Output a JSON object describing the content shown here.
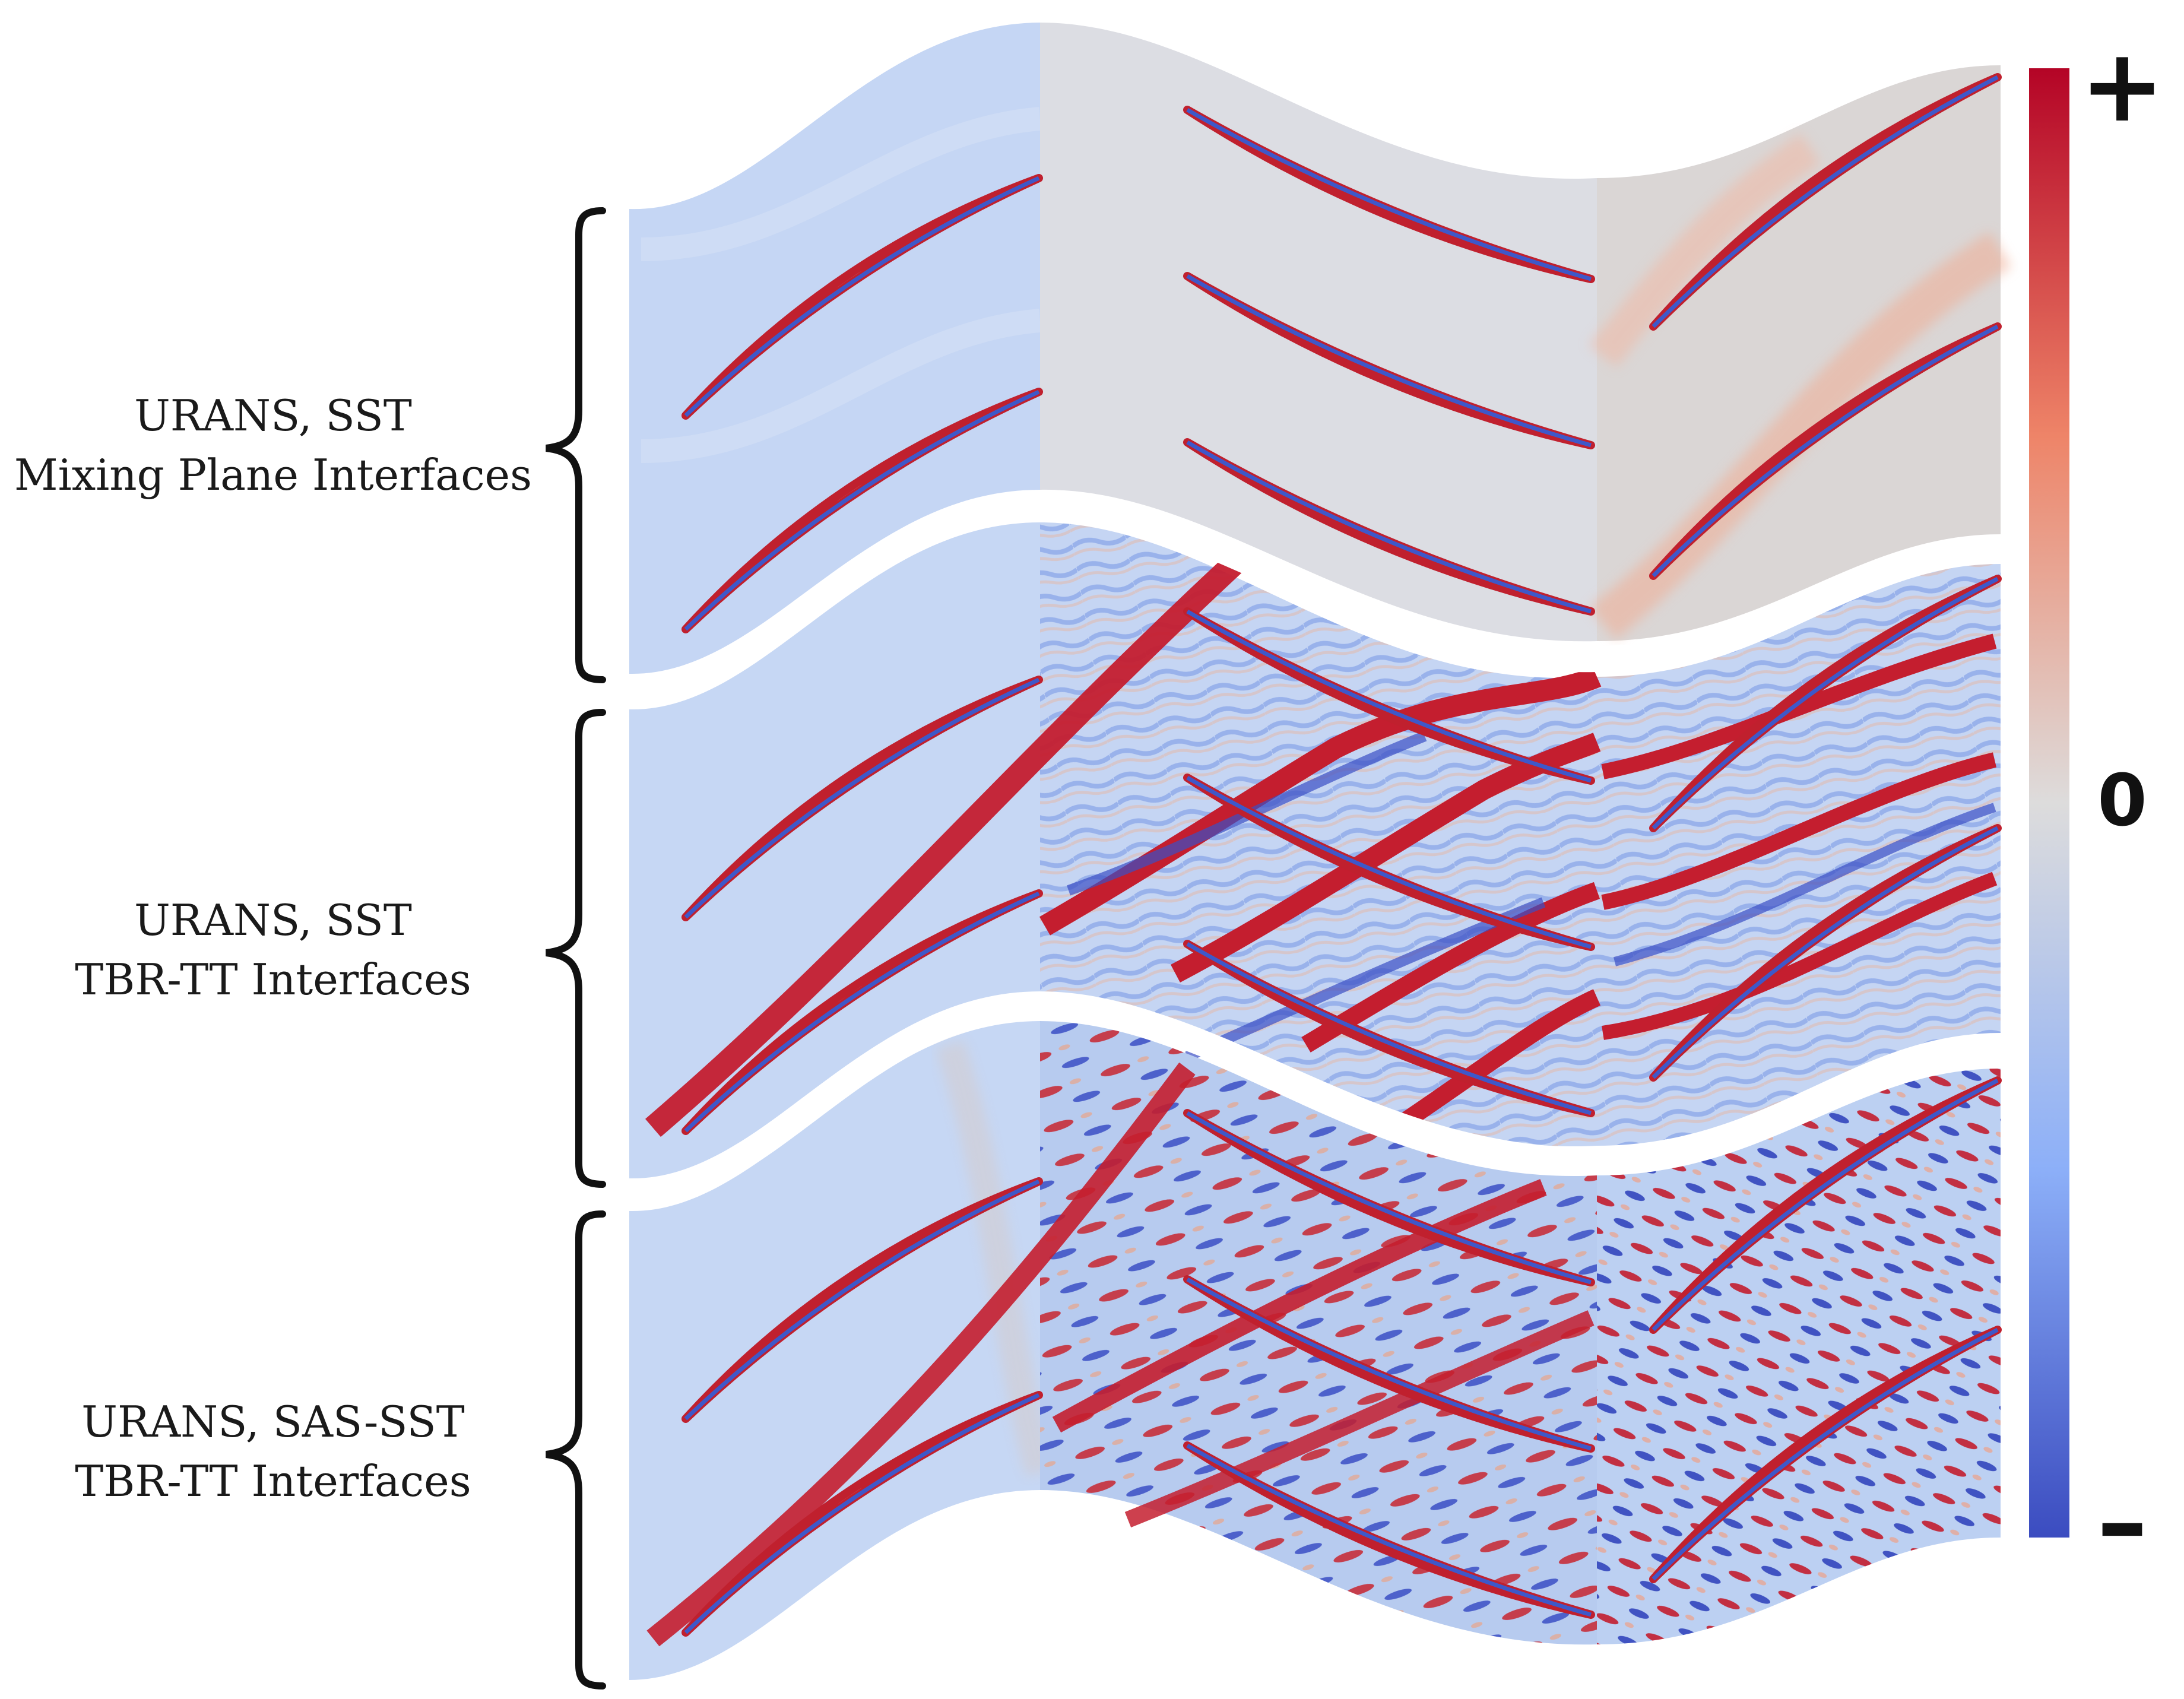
{
  "colors": {
    "positive": "#b2182b",
    "neutral": "#dedfe3",
    "negative": "#3b4cc0",
    "blade_fill": "#ffffff",
    "pressure_side": "#c0202e",
    "suction_side": "#3e58c9"
  },
  "colorbar": {
    "max_label": "+",
    "mid_label": "0",
    "min_label": "–"
  },
  "cases": [
    {
      "line1": "URANS, SST",
      "line2": "Mixing Plane Interfaces"
    },
    {
      "line1": "URANS, SST",
      "line2": "TBR-TT Interfaces"
    },
    {
      "line1": "URANS, SAS-SST",
      "line2": "TBR-TT Interfaces"
    }
  ],
  "rows": [
    "blade-row-1",
    "blade-row-2",
    "blade-row-3"
  ]
}
